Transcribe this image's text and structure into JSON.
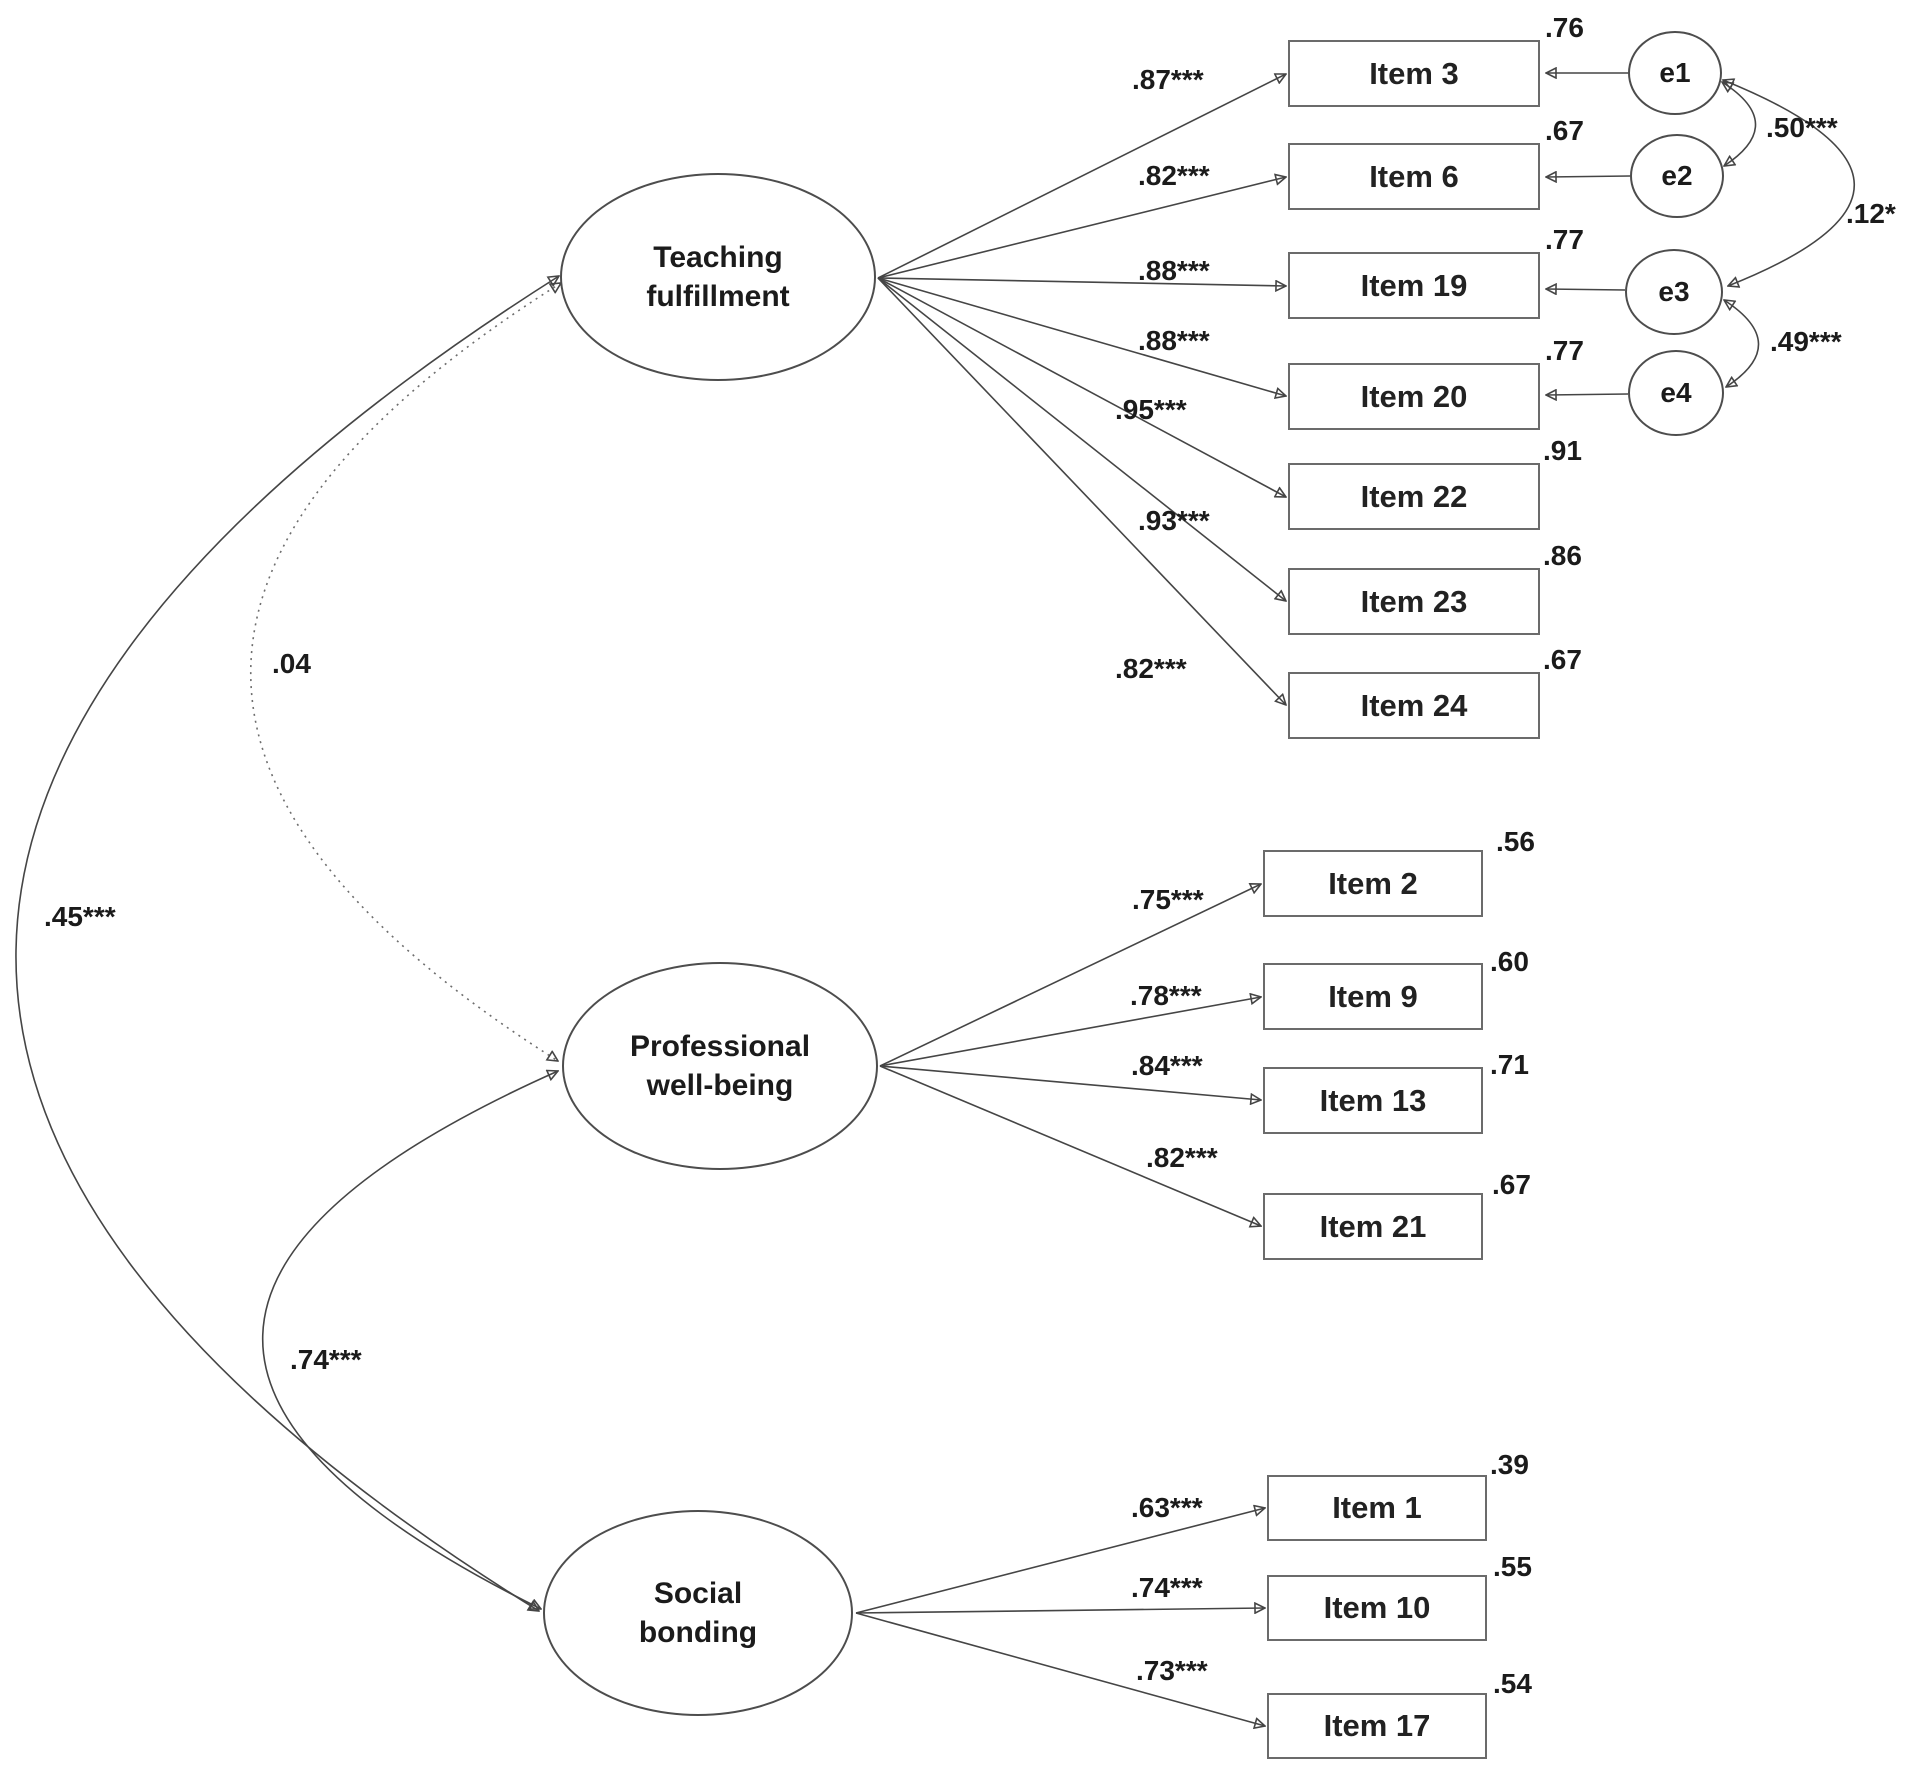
{
  "diagram": {
    "factors": [
      {
        "name_lines": [
          "Teaching",
          "fulfillment"
        ],
        "indicators": [
          {
            "item": "Item 3",
            "loading": ".87***",
            "r2": ".76"
          },
          {
            "item": "Item 6",
            "loading": ".82***",
            "r2": ".67"
          },
          {
            "item": "Item 19",
            "loading": ".88***",
            "r2": ".77"
          },
          {
            "item": "Item 20",
            "loading": ".88***",
            "r2": ".77"
          },
          {
            "item": "Item 22",
            "loading": ".95***",
            "r2": ".91"
          },
          {
            "item": "Item 23",
            "loading": ".93***",
            "r2": ".86"
          },
          {
            "item": "Item 24",
            "loading": ".82***",
            "r2": ".67"
          }
        ]
      },
      {
        "name_lines": [
          "Professional",
          "well-being"
        ],
        "indicators": [
          {
            "item": "Item 2",
            "loading": ".75***",
            "r2": ".56"
          },
          {
            "item": "Item 9",
            "loading": ".78***",
            "r2": ".60"
          },
          {
            "item": "Item 13",
            "loading": ".84***",
            "r2": ".71"
          },
          {
            "item": "Item 21",
            "loading": ".82***",
            "r2": ".67"
          }
        ]
      },
      {
        "name_lines": [
          "Social",
          "bonding"
        ],
        "indicators": [
          {
            "item": "Item 1",
            "loading": ".63***",
            "r2": ".39"
          },
          {
            "item": "Item 10",
            "loading": ".74***",
            "r2": ".55"
          },
          {
            "item": "Item 17",
            "loading": ".73***",
            "r2": ".54"
          }
        ]
      }
    ],
    "factor_covariances": [
      {
        "between": "teaching-fulfillment__professional-well-being",
        "value": ".04",
        "line_style": "dotted"
      },
      {
        "between": "teaching-fulfillment__social-bonding",
        "value": ".45***",
        "line_style": "solid"
      },
      {
        "between": "professional-well-being__social-bonding",
        "value": ".74***",
        "line_style": "solid"
      }
    ],
    "error_terms": [
      {
        "name": "e1",
        "attached_to": "Item 3"
      },
      {
        "name": "e2",
        "attached_to": "Item 6"
      },
      {
        "name": "e3",
        "attached_to": "Item 19"
      },
      {
        "name": "e4",
        "attached_to": "Item 20"
      }
    ],
    "error_covariances": [
      {
        "between": "e1__e2",
        "value": ".50***"
      },
      {
        "between": "e1__e3",
        "value": ".12*"
      },
      {
        "between": "e3__e4",
        "value": ".49***"
      }
    ],
    "colors": {
      "line": "#454545",
      "box_border": "#6b6b6b",
      "text": "#1b1b1b",
      "background": "#ffffff"
    }
  }
}
